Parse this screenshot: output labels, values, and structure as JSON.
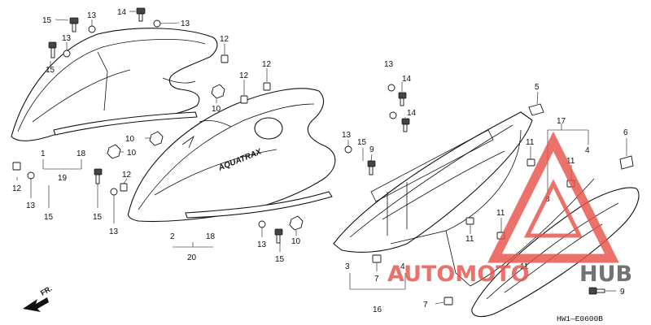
{
  "diagram": {
    "drawing_code": "HW1—E0600B",
    "front_label": "FR.",
    "emblem_text": "AQUATRAX",
    "callouts": [
      {
        "id": "c15a",
        "text": "15"
      },
      {
        "id": "c13a",
        "text": "13"
      },
      {
        "id": "c14a",
        "text": "14"
      },
      {
        "id": "c13b",
        "text": "13"
      },
      {
        "id": "c13c",
        "text": "13"
      },
      {
        "id": "c15b",
        "text": "15"
      },
      {
        "id": "c12a",
        "text": "12"
      },
      {
        "id": "c12b",
        "text": "12"
      },
      {
        "id": "c12c",
        "text": "12"
      },
      {
        "id": "c10a",
        "text": "10"
      },
      {
        "id": "c13d",
        "text": "13"
      },
      {
        "id": "c14b",
        "text": "14"
      },
      {
        "id": "c14c",
        "text": "14"
      },
      {
        "id": "c10b",
        "text": "10"
      },
      {
        "id": "c10c",
        "text": "10"
      },
      {
        "id": "c13e",
        "text": "13"
      },
      {
        "id": "c15c",
        "text": "15"
      },
      {
        "id": "c9a",
        "text": "9"
      },
      {
        "id": "c1",
        "text": "1"
      },
      {
        "id": "c18a",
        "text": "18"
      },
      {
        "id": "c19",
        "text": "19"
      },
      {
        "id": "c12d",
        "text": "12"
      },
      {
        "id": "c13f",
        "text": "13"
      },
      {
        "id": "c15d",
        "text": "15"
      },
      {
        "id": "c12e",
        "text": "12"
      },
      {
        "id": "c15e",
        "text": "15"
      },
      {
        "id": "c13g",
        "text": "13"
      },
      {
        "id": "c2",
        "text": "2"
      },
      {
        "id": "c18b",
        "text": "18"
      },
      {
        "id": "c20",
        "text": "20"
      },
      {
        "id": "c13h",
        "text": "13"
      },
      {
        "id": "c15f",
        "text": "15"
      },
      {
        "id": "c10d",
        "text": "10"
      },
      {
        "id": "c5",
        "text": "5"
      },
      {
        "id": "c17",
        "text": "17"
      },
      {
        "id": "c4a",
        "text": "4"
      },
      {
        "id": "c6",
        "text": "6"
      },
      {
        "id": "c11a",
        "text": "11"
      },
      {
        "id": "c11b",
        "text": "11"
      },
      {
        "id": "c8",
        "text": "8"
      },
      {
        "id": "c11c",
        "text": "11"
      },
      {
        "id": "c11d",
        "text": "11"
      },
      {
        "id": "c11e",
        "text": "11"
      },
      {
        "id": "c3",
        "text": "3"
      },
      {
        "id": "c4b",
        "text": "4"
      },
      {
        "id": "c7a",
        "text": "7"
      },
      {
        "id": "c16",
        "text": "16"
      },
      {
        "id": "c7b",
        "text": "7"
      },
      {
        "id": "c9b",
        "text": "9"
      }
    ]
  },
  "watermark": {
    "brand_left": "AUTOMOTO",
    "brand_right": "HUB",
    "color": "#e8534a"
  },
  "colors": {
    "line": "#111111",
    "background": "#ffffff"
  }
}
